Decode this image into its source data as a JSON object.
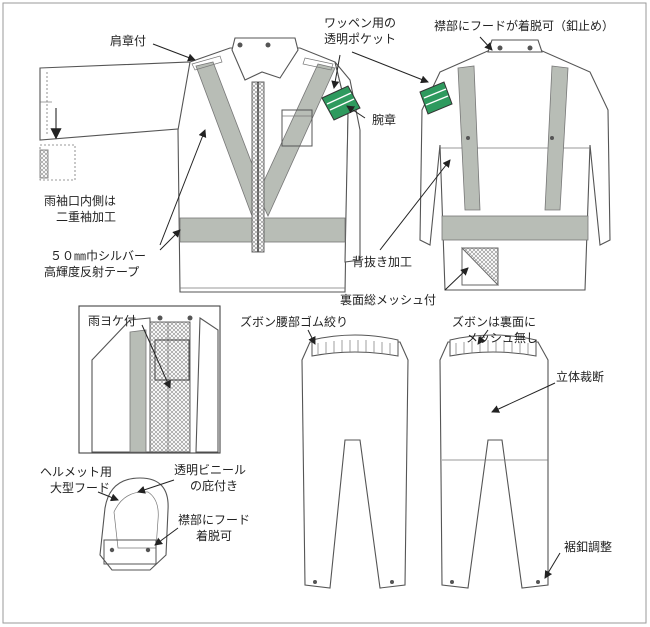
{
  "labels": {
    "epaulette": "肩章付",
    "patch_pocket_line1": "ワッペン用の",
    "patch_pocket_line2": "透明ポケット",
    "hood_detach_collar": "襟部にフードが着脱可（釦止め）",
    "armband": "腕章",
    "double_cuff_line1": "雨袖口内側は",
    "double_cuff_line2": "二重袖加工",
    "reflective_tape_line1": "５０㎜巾シルバー",
    "reflective_tape_line2": "高輝度反射テープ",
    "back_vent": "背抜き加工",
    "mesh_lining": "裏面総メッシュ付",
    "storm_flap": "雨ヨケ付",
    "pants_waist": "ズボン腰部ゴム絞り",
    "pants_no_mesh_line1": "ズボンは裏面に",
    "pants_no_mesh_line2": "メッシュ無し",
    "three_d_cut": "立体裁断",
    "helmet_hood_line1": "ヘルメット用",
    "helmet_hood_line2": "大型フード",
    "clear_visor_line1": "透明ビニール",
    "clear_visor_line2": "の庇付き",
    "hood_collar_line1": "襟部にフード",
    "hood_collar_line2": "着脱可",
    "hem_button": "裾釦調整"
  },
  "colors": {
    "reflective_tape": "#b8bdb6",
    "armband_green": "#2e9a5e",
    "line": "#4a4a4a"
  }
}
